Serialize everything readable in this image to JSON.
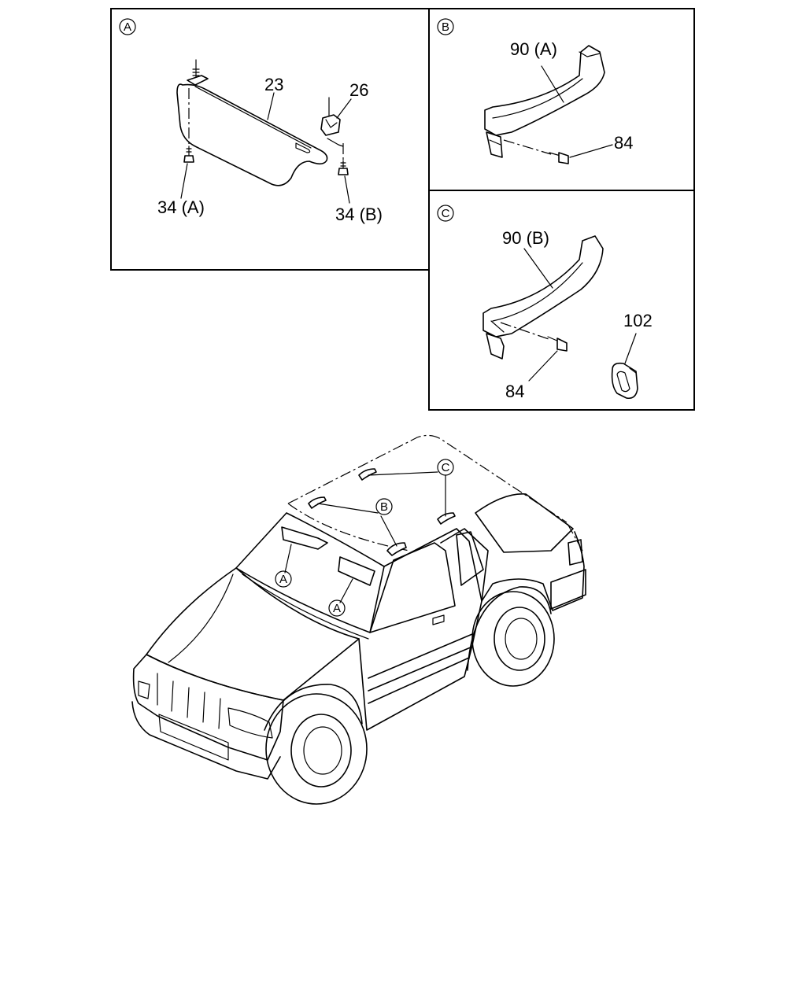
{
  "panels": {
    "a": {
      "marker": "A",
      "labels": {
        "sun_visor": "23",
        "holder": "26",
        "screw_a": "34 (A)",
        "screw_b": "34 (B)"
      }
    },
    "b": {
      "marker": "B",
      "labels": {
        "grip": "90 (A)",
        "screw": "84"
      }
    },
    "c": {
      "marker": "C",
      "labels": {
        "grip": "90 (B)",
        "screw": "84",
        "cap": "102"
      }
    }
  },
  "vehicle_markers": {
    "a1": "A",
    "a2": "A",
    "b": "B",
    "c": "C"
  }
}
